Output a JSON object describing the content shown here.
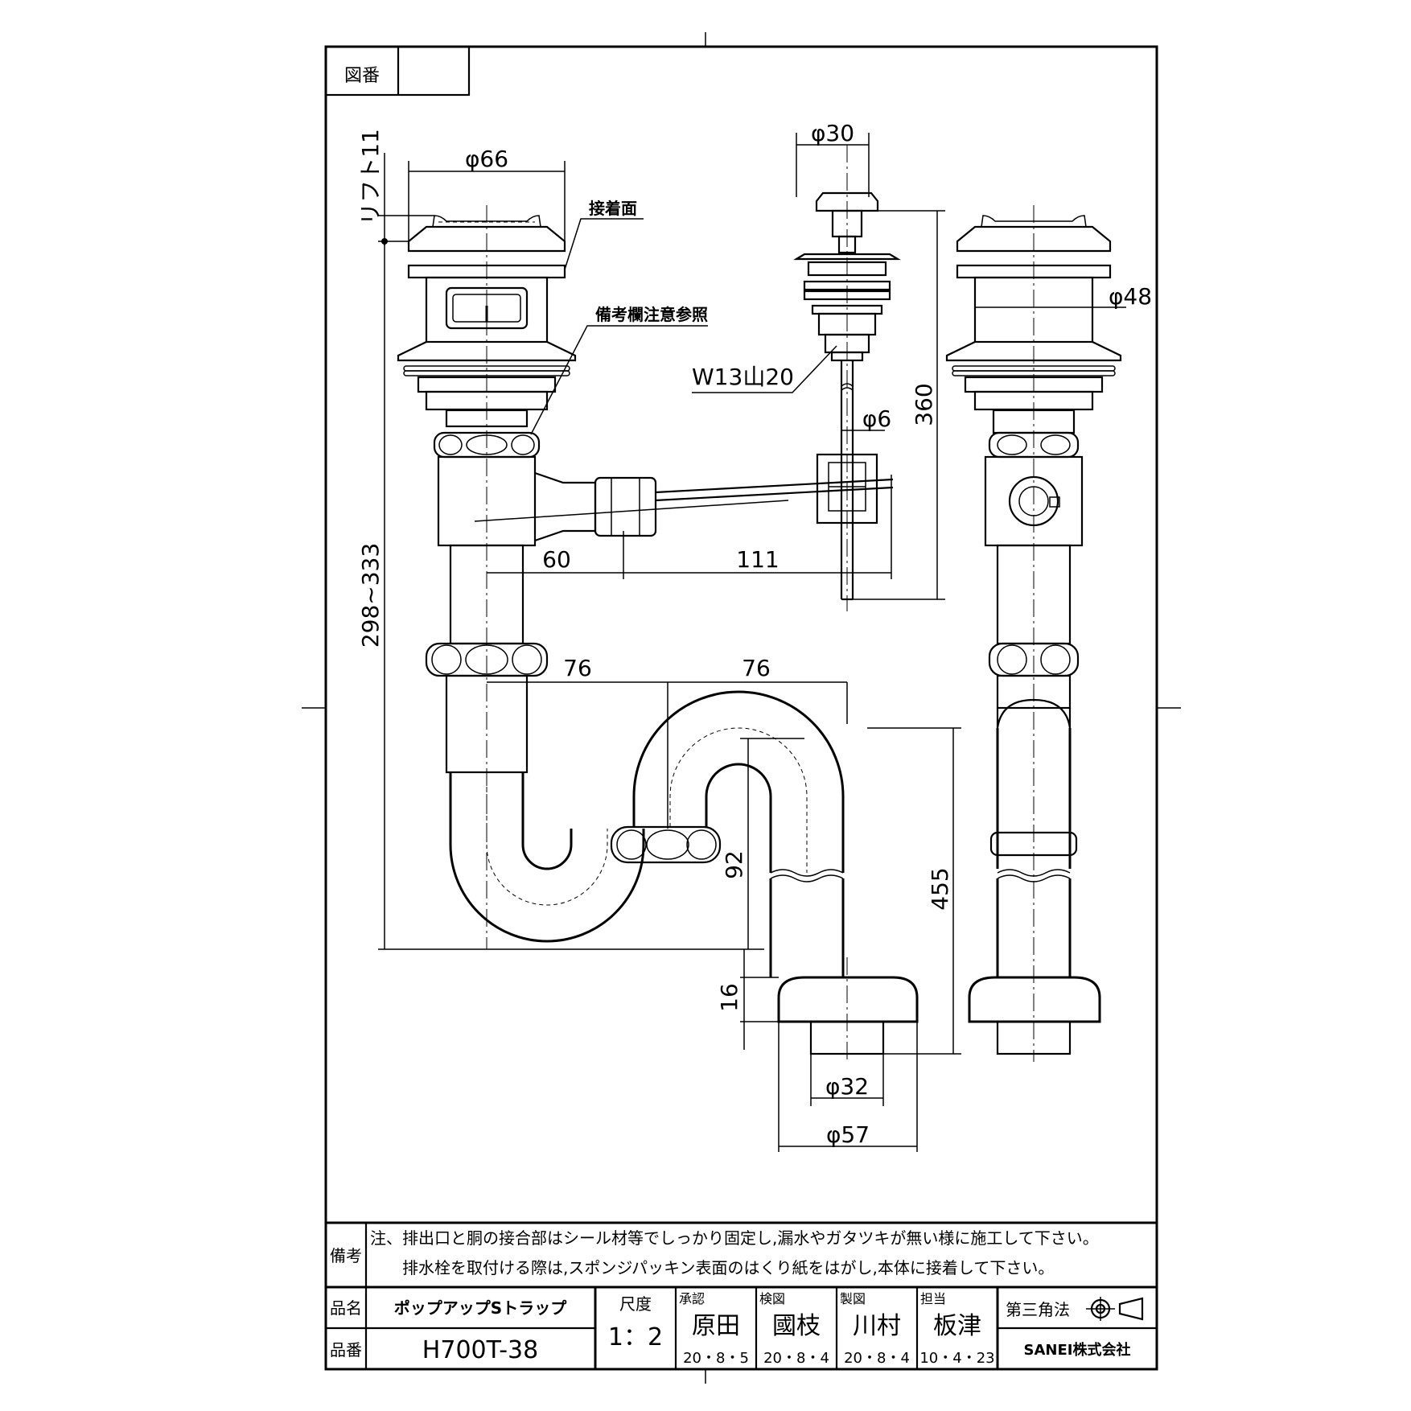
{
  "drawing": {
    "figure_no_label": "図番",
    "figure_no_value": "",
    "dimensions": {
      "d30": "φ30",
      "d66": "φ66",
      "d48": "φ48",
      "d6": "φ6",
      "d32": "φ32",
      "d57": "φ57",
      "lift": "リフト11",
      "thread": "W13山20",
      "h360": "360",
      "h298": "298~333",
      "h455": "455",
      "h92": "92",
      "h16": "16",
      "w60": "60",
      "w111": "111",
      "w76a": "76",
      "w76b": "76"
    },
    "callouts": {
      "adhesive_surface": "接着面",
      "see_note": "備考欄注意参照"
    }
  },
  "remarks": {
    "label": "備考",
    "line1": "注、排出口と胴の接合部はシール材等でしっかり固定し,漏水やガタツキが無い様に施工して下さい。",
    "line2": "排水栓を取付ける際は,スポンジパッキン表面のはくり紙をはがし,本体に接着して下さい。"
  },
  "title_block": {
    "name_label": "品名",
    "name_value": "ポップアップSトラップ",
    "number_label": "品番",
    "number_value": "H700T-38",
    "scale_label": "尺度",
    "scale_value": "1：2",
    "approvals": [
      {
        "role": "承認",
        "name": "原田",
        "date": "20・8・5"
      },
      {
        "role": "検図",
        "name": "國枝",
        "date": "20・8・4"
      },
      {
        "role": "製図",
        "name": "川村",
        "date": "20・8・4"
      },
      {
        "role": "担当",
        "name": "板津",
        "date": "10・4・23"
      }
    ],
    "projection": "第三角法",
    "company": "SANEI株式会社"
  }
}
